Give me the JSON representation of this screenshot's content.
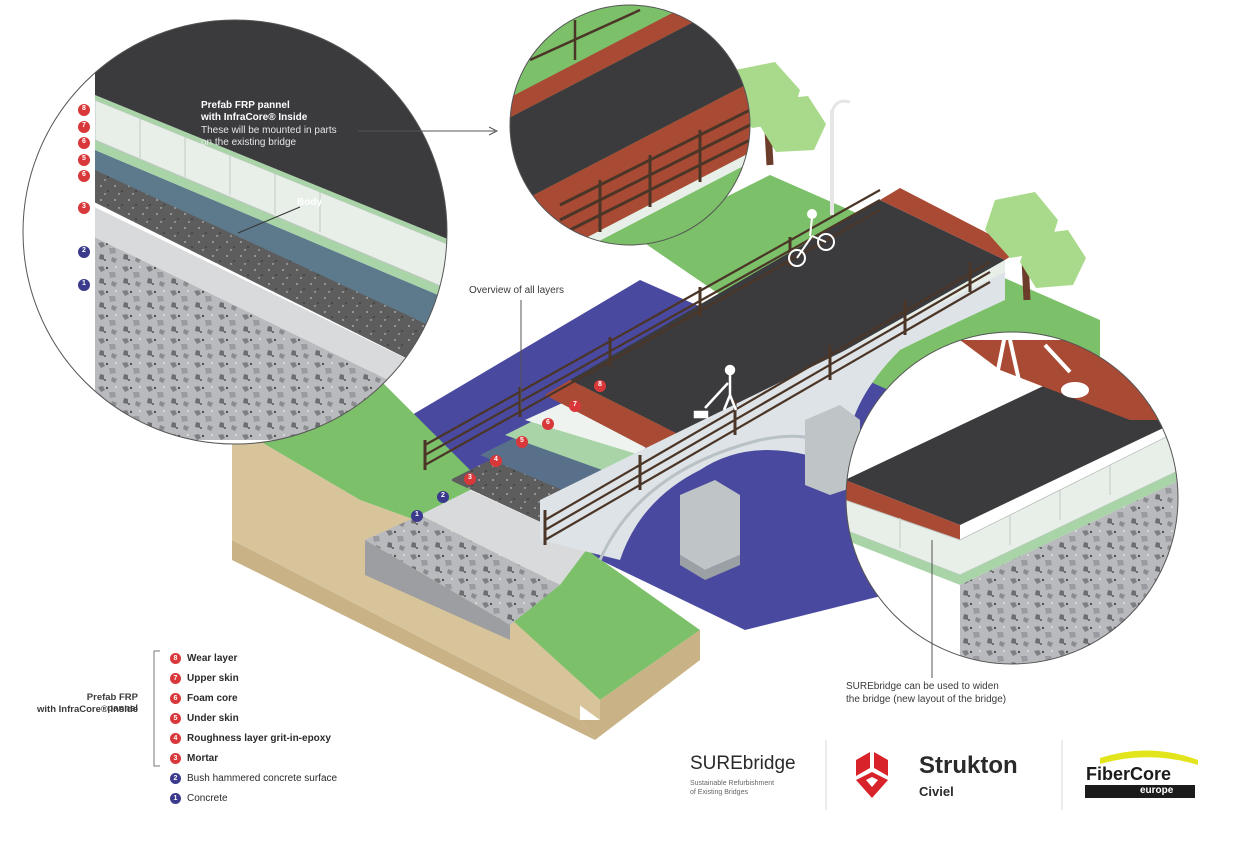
{
  "colors": {
    "red_marker": "#d9383a",
    "purple_marker": "#3b3a8c",
    "asphalt": "#3b3b3e",
    "brick": "#a94a35",
    "grass": "#7cc06a",
    "water": "#4a49a0",
    "soil": "#d8c49a",
    "frp_skin": "#e8efe9",
    "concrete": "#c8c9cb",
    "strukton_red": "#d8232a",
    "fibercore_yellow": "#e3e51c"
  },
  "callouts": {
    "frp_title_line1": "Prefab FRP pannel",
    "frp_title_line2": "with InfraCore® Inside",
    "frp_sub_line1": "These will be mounted in parts",
    "frp_sub_line2": "on the existing bridge",
    "body_label": "Body",
    "overview_label": "Overview of all layers",
    "widen_line1": "SUREbridge can be used to widen",
    "widen_line2": "the bridge (new layout of the bridge)"
  },
  "legend": {
    "group_line1": "Prefab FRP pannel",
    "group_line2": "with InfraCore® inside",
    "items": [
      {
        "num": "8",
        "label": "Wear layer",
        "color": "red"
      },
      {
        "num": "7",
        "label": "Upper skin",
        "color": "red"
      },
      {
        "num": "6",
        "label": "Foam core",
        "color": "red"
      },
      {
        "num": "5",
        "label": "Under skin",
        "color": "red"
      },
      {
        "num": "4",
        "label": "Roughness layer grit-in-epoxy",
        "color": "red"
      },
      {
        "num": "3",
        "label": "Mortar",
        "color": "red"
      },
      {
        "num": "2",
        "label": "Bush hammered concrete surface",
        "color": "purple"
      },
      {
        "num": "1",
        "label": "Concrete",
        "color": "purple"
      }
    ]
  },
  "markers": {
    "circle_left": [
      "8",
      "7",
      "6",
      "5",
      "6",
      "3",
      "2",
      "1"
    ],
    "bridge": [
      "8",
      "7",
      "6",
      "5",
      "4",
      "3",
      "2",
      "1"
    ]
  },
  "brands": {
    "surebridge_name": "SUREbridge",
    "surebridge_tag_line1": "Sustainable Refurbishment",
    "surebridge_tag_line2": "of Existing Bridges",
    "strukton_name": "Strukton",
    "strukton_sub": "Civiel",
    "fibercore_name": "FiberCore",
    "fibercore_sub": "europe"
  }
}
